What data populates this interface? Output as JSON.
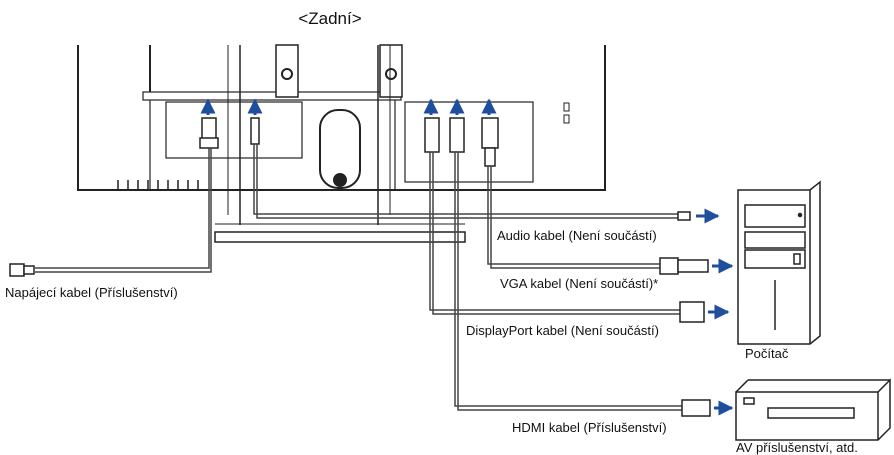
{
  "title": "<Zadní>",
  "labels": {
    "audio_cable": "Audio kabel (Není součástí)",
    "vga_cable": "VGA kabel (Není součástí)*",
    "displayport_cable": "DisplayPort kabel (Není součástí)",
    "hdmi_cable": "HDMI kabel (Příslušenství)",
    "power_cable": "Napájecí kabel (Příslušenství)",
    "computer": "Počítač",
    "av_equipment": "AV příslušenství, atd."
  },
  "colors": {
    "arrow": "#1f4e9b",
    "line": "#444444",
    "outline": "#222222"
  }
}
